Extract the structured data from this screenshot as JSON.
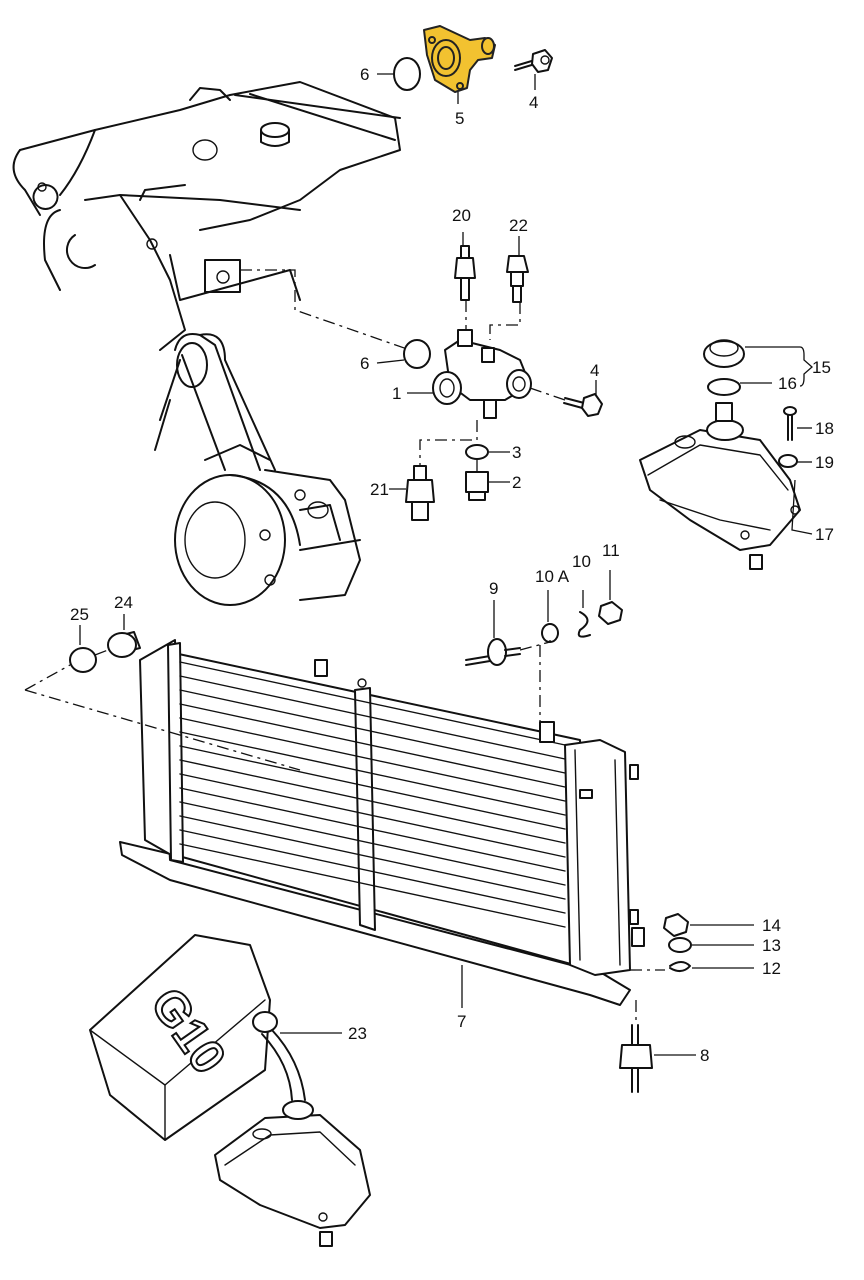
{
  "diagram": {
    "highlight_color": "#f2c230",
    "line_color": "#111111",
    "background": "#ffffff",
    "callouts": [
      {
        "id": "c5",
        "text": "5"
      },
      {
        "id": "c6a",
        "text": "6"
      },
      {
        "id": "c4a",
        "text": "4"
      },
      {
        "id": "c20",
        "text": "20"
      },
      {
        "id": "c22",
        "text": "22"
      },
      {
        "id": "c6b",
        "text": "6"
      },
      {
        "id": "c1",
        "text": "1"
      },
      {
        "id": "c4b",
        "text": "4"
      },
      {
        "id": "c3",
        "text": "3"
      },
      {
        "id": "c2",
        "text": "2"
      },
      {
        "id": "c21",
        "text": "21"
      },
      {
        "id": "c15",
        "text": "15"
      },
      {
        "id": "c16",
        "text": "16"
      },
      {
        "id": "c18",
        "text": "18"
      },
      {
        "id": "c19",
        "text": "19"
      },
      {
        "id": "c17",
        "text": "17"
      },
      {
        "id": "c9",
        "text": "9"
      },
      {
        "id": "c10a",
        "text": "10 A"
      },
      {
        "id": "c10",
        "text": "10"
      },
      {
        "id": "c11",
        "text": "11"
      },
      {
        "id": "c25",
        "text": "25"
      },
      {
        "id": "c24",
        "text": "24"
      },
      {
        "id": "c14",
        "text": "14"
      },
      {
        "id": "c13",
        "text": "13"
      },
      {
        "id": "c12",
        "text": "12"
      },
      {
        "id": "c7",
        "text": "7"
      },
      {
        "id": "c23",
        "text": "23"
      },
      {
        "id": "c8",
        "text": "8"
      }
    ],
    "canister_marking": "G10"
  }
}
